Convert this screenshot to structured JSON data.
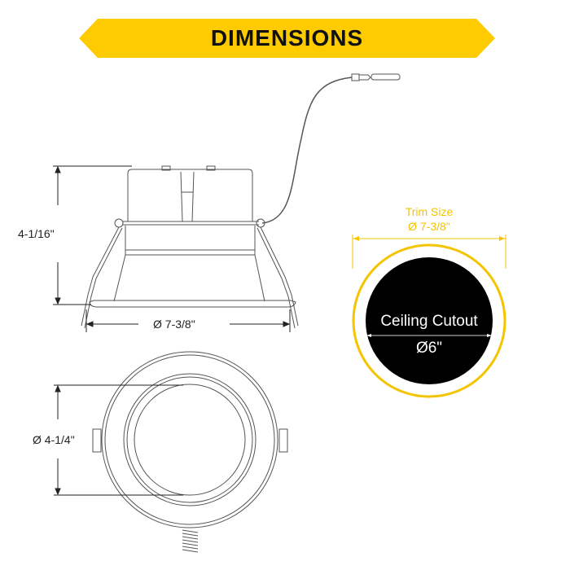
{
  "banner": {
    "title": "DIMENSIONS",
    "color": "#fecb00"
  },
  "side_view": {
    "height_label": "4-1/16\"",
    "width_label": "Ø 7-3/8\""
  },
  "bottom_view": {
    "diameter_label": "Ø 4-1/4\""
  },
  "cutout_diagram": {
    "trim_size_title": "Trim Size",
    "trim_size_value": "Ø 7-3/8\"",
    "cutout_title": "Ceiling Cutout",
    "cutout_value": "Ø6\"",
    "trim_color": "#f5c400",
    "cutout_color": "#000000"
  }
}
